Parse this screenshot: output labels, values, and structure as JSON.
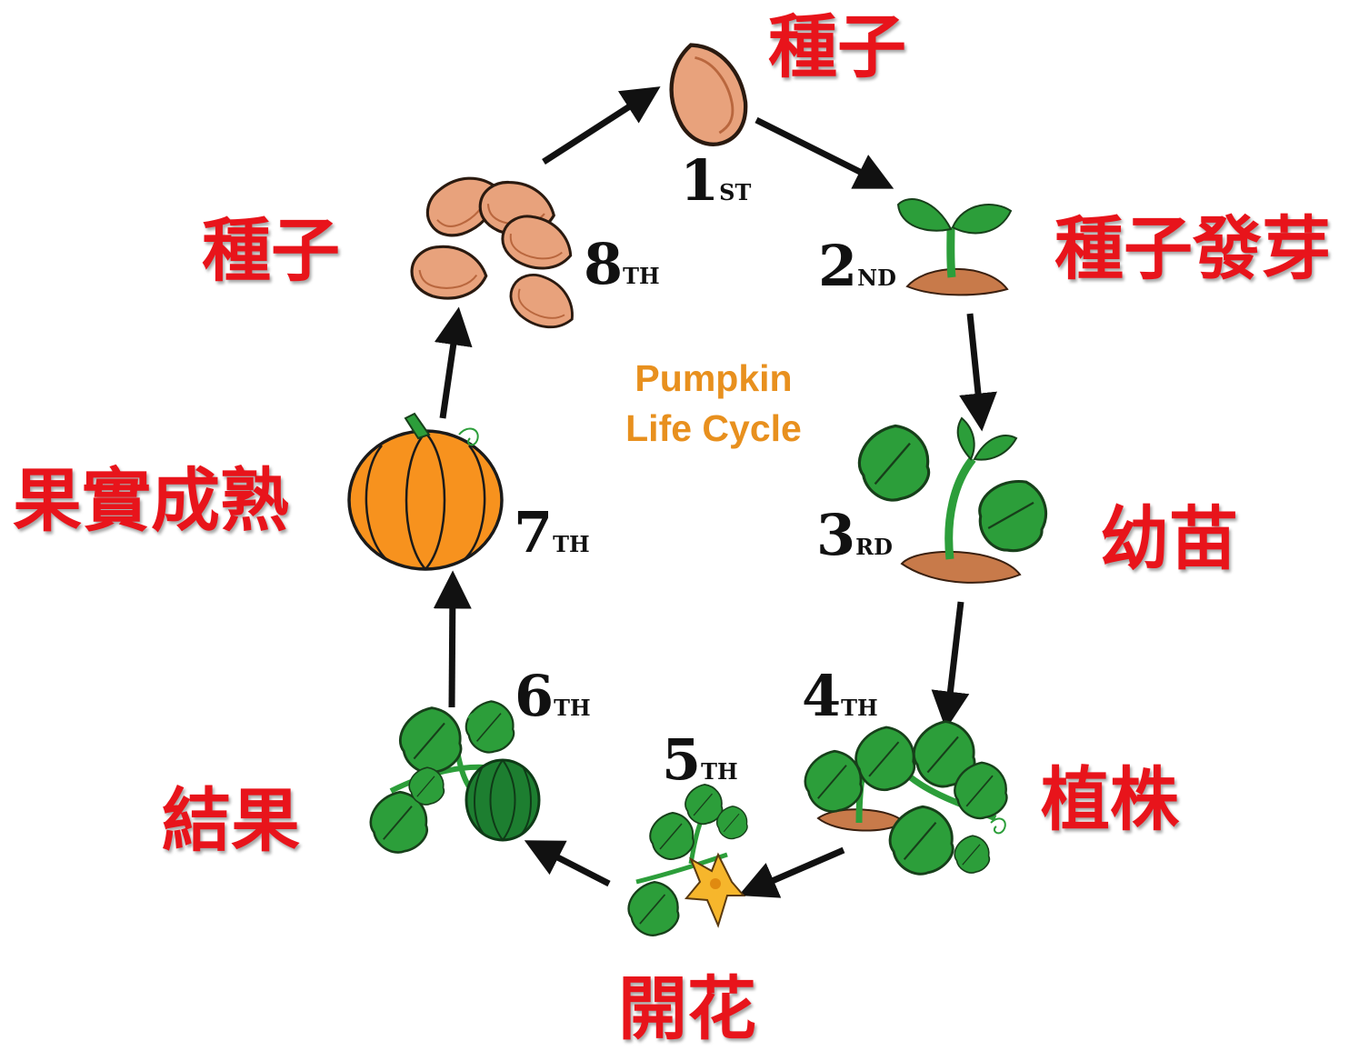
{
  "title": [
    "Pumpkin",
    "Life Cycle"
  ],
  "colors": {
    "label": "#e8141b",
    "title": "#e8901e",
    "arrow": "#111111",
    "seed": "#e8a27c",
    "leaf": "#2c9e3a",
    "soil": "#c87a4a",
    "pumpkin": "#f7921e",
    "flower": "#f6b62c"
  },
  "stages": [
    {
      "num": "1",
      "suffix": "ST",
      "label": "種子",
      "icon": "seed-icon"
    },
    {
      "num": "2",
      "suffix": "ND",
      "label": "種子發芽",
      "icon": "sprout-icon"
    },
    {
      "num": "3",
      "suffix": "RD",
      "label": "幼苗",
      "icon": "seedling-icon"
    },
    {
      "num": "4",
      "suffix": "TH",
      "label": "植株",
      "icon": "vine-plant-icon"
    },
    {
      "num": "5",
      "suffix": "TH",
      "label": "開花",
      "icon": "flower-icon"
    },
    {
      "num": "6",
      "suffix": "TH",
      "label": "結果",
      "icon": "green-pumpkin-icon"
    },
    {
      "num": "7",
      "suffix": "TH",
      "label": "果實成熟",
      "icon": "ripe-pumpkin-icon"
    },
    {
      "num": "8",
      "suffix": "TH",
      "label": "種子",
      "icon": "seeds-icon"
    }
  ]
}
